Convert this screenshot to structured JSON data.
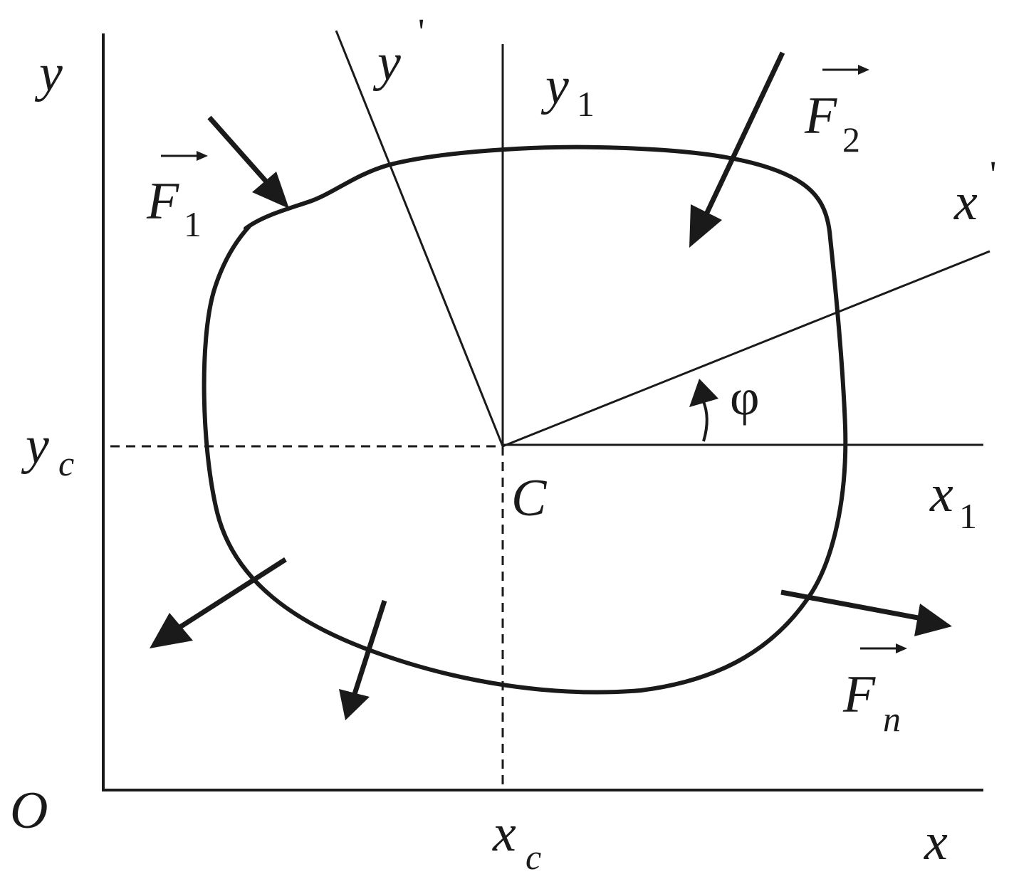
{
  "labels": {
    "origin": "O",
    "x_axis": "x",
    "y_axis": "y",
    "x_c_base": "x",
    "x_c_sub": "c",
    "y_c_base": "y",
    "y_c_sub": "c",
    "center": "C",
    "x1_base": "x",
    "x1_sub": "1",
    "y1_base": "y",
    "y1_sub": "1",
    "x_prime_base": "x",
    "y_prime_base": "y",
    "prime_mark": "'",
    "angle": "φ",
    "F1_base": "F",
    "F1_sub": "1",
    "F2_base": "F",
    "F2_sub": "2",
    "Fn_base": "F",
    "Fn_sub": "n"
  },
  "colors": {
    "ink": "#1a1a1a",
    "background": "#ffffff"
  }
}
